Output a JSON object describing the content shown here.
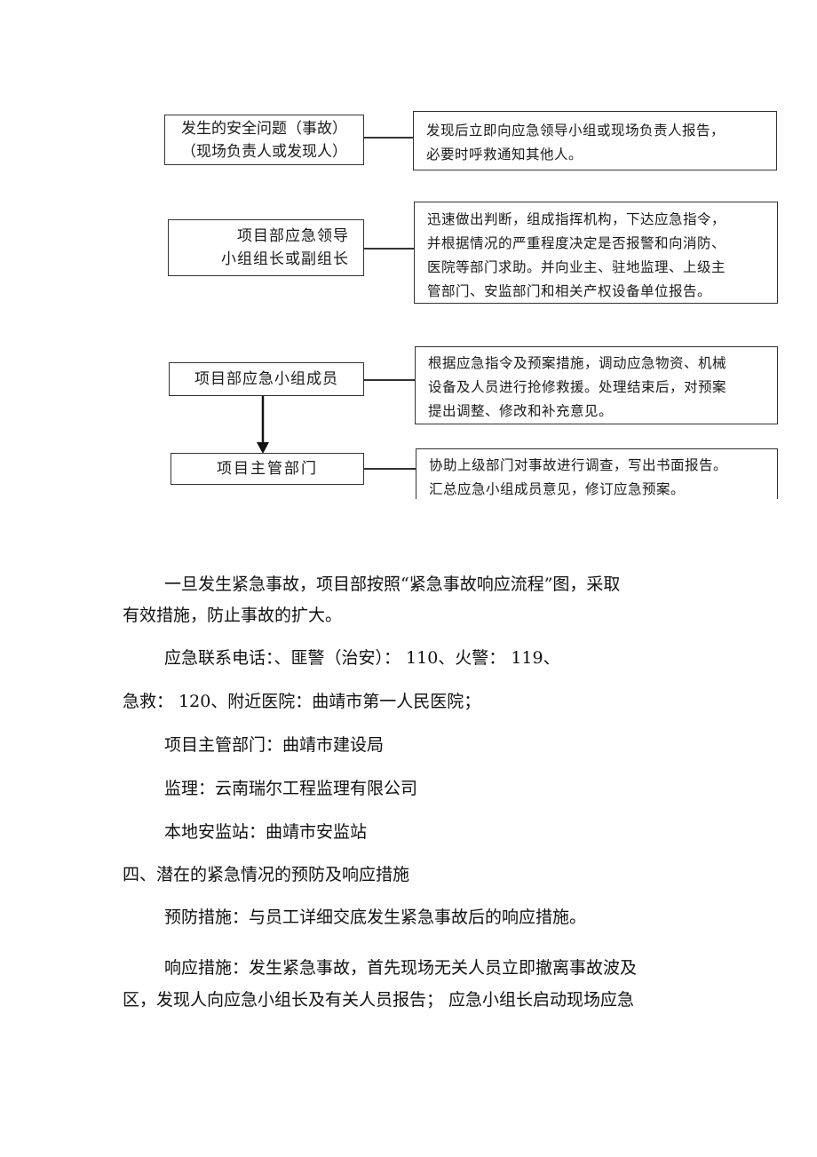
{
  "flowchart": {
    "step1": {
      "left_lines": [
        "发生的安全问题（事故）",
        "（现场负责人或发现人）"
      ],
      "right_lines": [
        "发现后立即向应急领导小组或现场负责人报告，",
        "必要时呼救通知其他人。"
      ]
    },
    "step2": {
      "left_lines": [
        "项目部应急领导",
        "小组组长或副组长"
      ],
      "right_lines": [
        "迅速做出判断，组成指挥机构，下达应急指令，",
        "并根据情况的严重程度决定是否报警和向消防、",
        "医院等部门求助。并向业主、驻地监理、上级主",
        "管部门、安监部门和相关产权设备单位报告。"
      ]
    },
    "step3": {
      "left_lines": [
        "项目部应急小组成员"
      ],
      "right_lines": [
        "根据应急指令及预案措施，调动应急物资、机械",
        "设备及人员进行抢修救援。处理结束后，对预案",
        "提出调整、修改和补充意见。"
      ]
    },
    "step4": {
      "left_lines": [
        "项目主管部门"
      ],
      "right_lines": [
        "协助上级部门对事故进行调查，写出书面报告。",
        "汇总应急小组成员意见，修订应急预案。"
      ]
    }
  },
  "body": {
    "p1_line1": "一旦发生紧急事故，项目部按照“紧急事故响应流程”图，采取",
    "p1_line2": "有效措施，防止事故的扩大。",
    "p2_line1": "应急联系电话：、匪警（治安）：  110、火警：  119、",
    "p2_line2": "急救：  120、附近医院：曲靖市第一人民医院；",
    "p3": "项目主管部门：曲靖市建设局",
    "p4": "监理：云南瑞尔工程监理有限公司",
    "p5": "本地安监站：曲靖市安监站",
    "heading4": "四、潜在的紧急情况的预防及响应措施",
    "p6": "预防措施：与员工详细交底发生紧急事故后的响应措施。",
    "p7_line1": "响应措施：发生紧急事故，首先现场无关人员立即撤离事故波及",
    "p7_line2": "区，发现人向应急小组长及有关人员报告；  应急小组长启动现场应急"
  }
}
